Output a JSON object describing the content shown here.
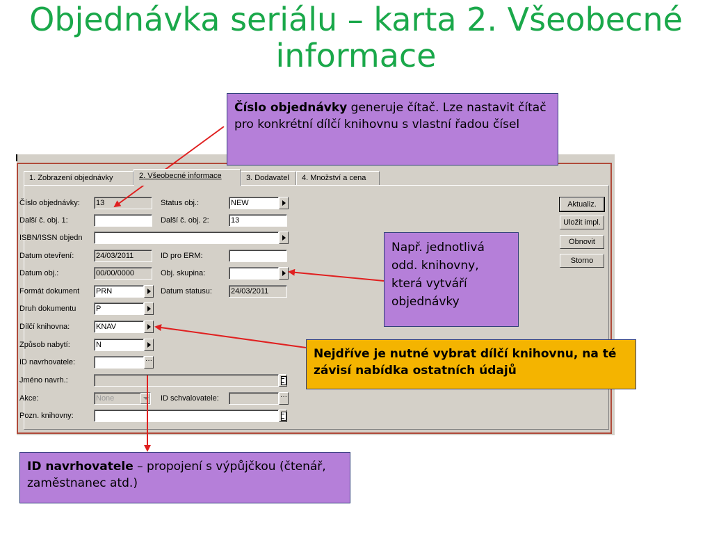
{
  "slide": {
    "title_line1": "Objednávka seriálu – karta 2. Všeobecné",
    "title_line2": "informace"
  },
  "tabs": [
    {
      "label": "1. Zobrazení objednávky"
    },
    {
      "label": "2. Všeobecné informace"
    },
    {
      "label": "3. Dodavatel"
    },
    {
      "label": "4. Množství a cena"
    }
  ],
  "form": {
    "cislo_obj": {
      "label": "Číslo objednávky:",
      "value": "13"
    },
    "status_obj": {
      "label": "Status obj.:",
      "value": "NEW"
    },
    "dalsi1": {
      "label": "Další č. obj. 1:",
      "value": ""
    },
    "dalsi2": {
      "label": "Další č. obj. 2:",
      "value": "13"
    },
    "isbn": {
      "label": "ISBN/ISSN objedn",
      "value": ""
    },
    "datum_otevreni": {
      "label": "Datum otevření:",
      "value": "24/03/2011"
    },
    "id_erm": {
      "label": "ID pro ERM:",
      "value": ""
    },
    "datum_obj": {
      "label": "Datum obj.:",
      "value": "00/00/0000"
    },
    "obj_skupina": {
      "label": "Obj. skupina:",
      "value": ""
    },
    "format": {
      "label": "Formát dokument",
      "value": "PRN"
    },
    "datum_statusu": {
      "label": "Datum statusu:",
      "value": "24/03/2011"
    },
    "druh": {
      "label": "Druh dokumentu",
      "value": "P"
    },
    "dilci": {
      "label": "Dílčí knihovna:",
      "value": "KNAV"
    },
    "zpusob": {
      "label": "Způsob nabytí:",
      "value": "N"
    },
    "id_navrh": {
      "label": "ID navrhovatele:",
      "value": ""
    },
    "jmeno_navrh": {
      "label": "Jméno navrh.:",
      "value": ""
    },
    "akce": {
      "label": "Akce:",
      "value": "None"
    },
    "id_schval": {
      "label": "ID schvalovatele:",
      "value": ""
    },
    "pozn": {
      "label": "Pozn. knihovny:",
      "value": ""
    }
  },
  "side_buttons": {
    "aktualiz": "Aktualiz.",
    "ulozit": "Uložit impl.",
    "obnovit": "Obnovit",
    "storno": "Storno"
  },
  "callouts": {
    "cislo_bold": "Číslo objednávky",
    "cislo_rest": " generuje čítač. Lze nastavit čítač pro konkrétní dílčí knihovnu s vlastní řadou čísel",
    "napr": "Např. jednotlivá odd. knihovny, která vytváří objednávky",
    "nejdrive": "Nejdříve je nutné vybrat dílčí knihovnu, na té závisí nabídka ostatních údajů",
    "id_bold": "ID navrhovatele",
    "id_rest": " – propojení s výpůjčkou (čtenář, zaměstnanec atd.)"
  },
  "colors": {
    "title": "#1aa84a",
    "callout_purple": "#b57fd9",
    "callout_orange": "#f4b400",
    "arrow": "#e02020",
    "window_bg": "#d4d0c8"
  }
}
